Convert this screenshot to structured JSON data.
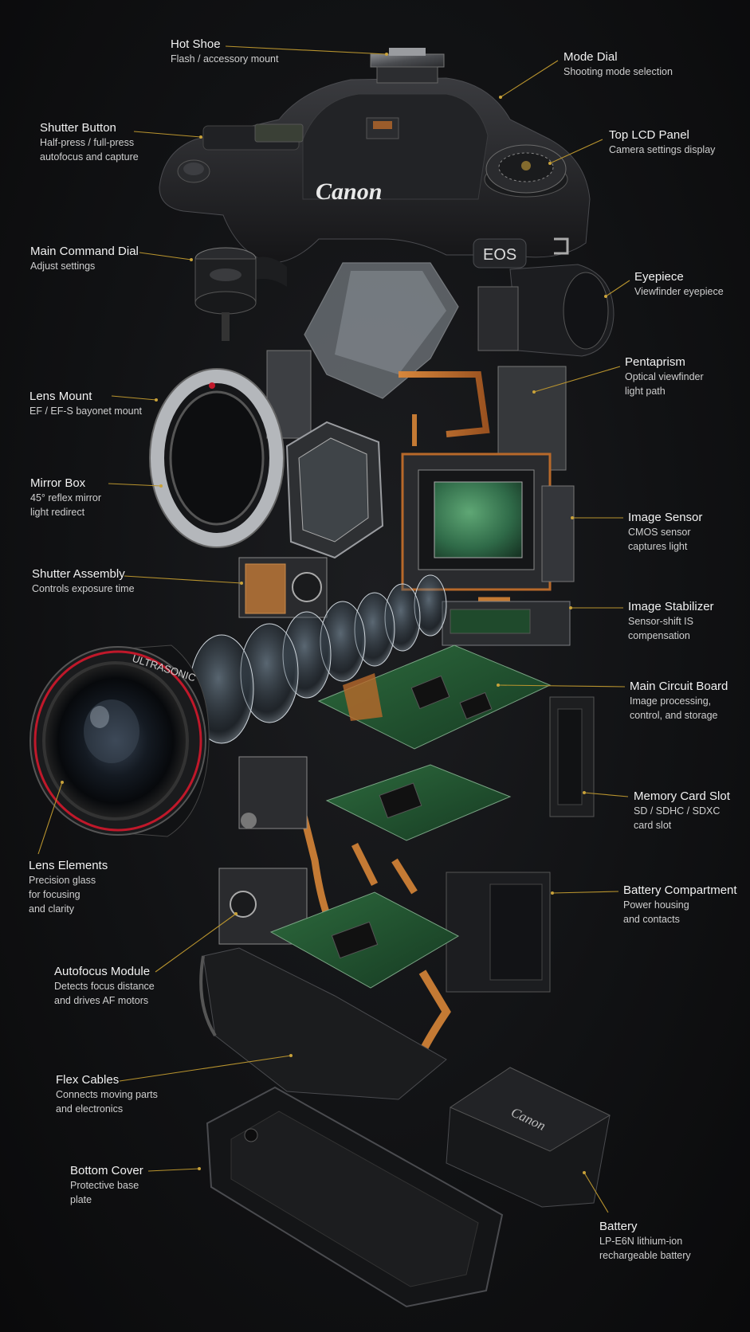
{
  "brand": {
    "logo": "Canon",
    "model_badge": "EOS",
    "battery_logo": "Canon",
    "lens_text": "ULTRASONIC"
  },
  "colors": {
    "background": "#0f1012",
    "leader": "#b9942e",
    "label_title": "#f2f2f2",
    "label_desc": "#cfcfcf",
    "copper": "#b8692a",
    "pcb": "#1f4a2c",
    "sensor": "#3f7f56",
    "lens_red": "#c0182a"
  },
  "labels": [
    {
      "id": "hot-shoe",
      "title": "Hot Shoe",
      "desc": "Flash / accessory mount"
    },
    {
      "id": "mode-dial",
      "title": "Mode Dial",
      "desc": "Shooting mode selection"
    },
    {
      "id": "shutter-button",
      "title": "Shutter Button",
      "desc": "Half-press / full-press\nautofocus and capture"
    },
    {
      "id": "top-lcd",
      "title": "Top LCD Panel",
      "desc": "Camera settings display"
    },
    {
      "id": "main-dial",
      "title": "Main Command Dial",
      "desc": "Adjust settings"
    },
    {
      "id": "eyepiece",
      "title": "Eyepiece",
      "desc": "Viewfinder eyepiece"
    },
    {
      "id": "pentaprism",
      "title": "Pentaprism",
      "desc": "Optical viewfinder\nlight path"
    },
    {
      "id": "lens-mount",
      "title": "Lens Mount",
      "desc": "EF / EF-S bayonet mount"
    },
    {
      "id": "mirror-box",
      "title": "Mirror Box",
      "desc": "45° reflex mirror\nlight redirect"
    },
    {
      "id": "image-sensor",
      "title": "Image Sensor",
      "desc": "CMOS sensor\ncaptures light"
    },
    {
      "id": "shutter-assembly",
      "title": "Shutter Assembly",
      "desc": "Controls exposure time"
    },
    {
      "id": "image-stabilizer",
      "title": "Image Stabilizer",
      "desc": "Sensor-shift IS\ncompensation"
    },
    {
      "id": "main-board",
      "title": "Main Circuit Board",
      "desc": "Image processing,\ncontrol, and storage"
    },
    {
      "id": "memory-card",
      "title": "Memory Card Slot",
      "desc": "SD / SDHC / SDXC\ncard slot"
    },
    {
      "id": "lens-elements",
      "title": "Lens Elements",
      "desc": "Precision glass\nfor focusing\nand clarity"
    },
    {
      "id": "battery-compartment",
      "title": "Battery Compartment",
      "desc": "Power housing\nand contacts"
    },
    {
      "id": "af-module",
      "title": "Autofocus Module",
      "desc": "Detects focus distance\nand drives AF motors"
    },
    {
      "id": "flex-cables",
      "title": "Flex Cables",
      "desc": "Connects moving parts\nand electronics"
    },
    {
      "id": "bottom-cover",
      "title": "Bottom Cover",
      "desc": "Protective base\nplate"
    },
    {
      "id": "battery",
      "title": "Battery",
      "desc": "LP-E6N lithium-ion\nrechargeable battery"
    }
  ]
}
